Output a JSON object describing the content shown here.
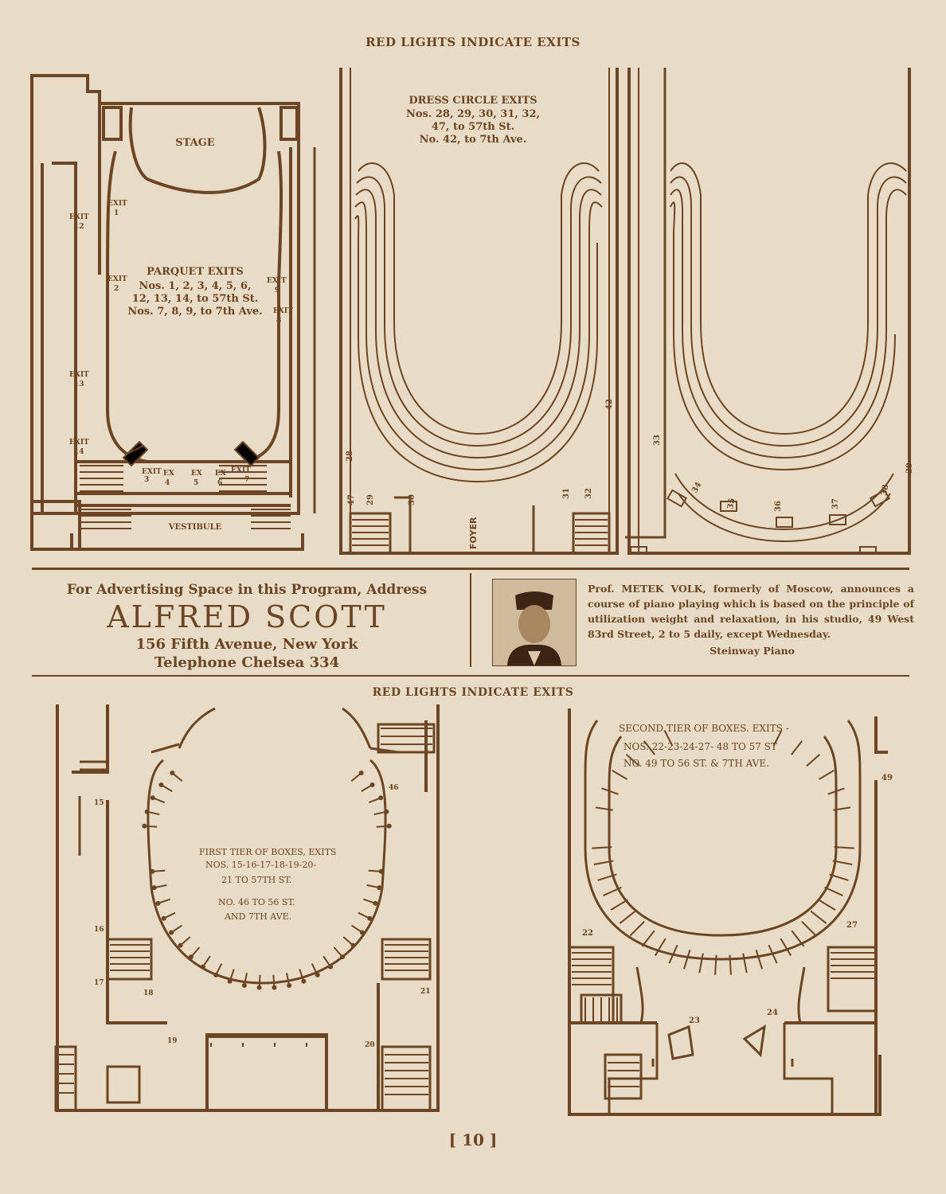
{
  "top_header": "RED LIGHTS INDICATE EXITS",
  "bottom_header": "RED LIGHTS INDICATE EXITS",
  "parquet_plan": {
    "stage_label": "STAGE",
    "title": "PARQUET EXITS",
    "line1": "Nos. 1, 2, 3, 4, 5, 6,",
    "line2": "12, 13, 14, to 57th St.",
    "line3": "Nos. 7, 8, 9, to 7th Ave.",
    "vestibule": "VESTIBULE",
    "exit_word": "EXIT",
    "ex_word": "EX",
    "exits": [
      "1",
      "2",
      "3",
      "4",
      "5",
      "6",
      "7",
      "8",
      "9",
      "12",
      "13",
      "14"
    ]
  },
  "dress_circle_plan": {
    "title": "DRESS CIRCLE EXITS",
    "line1": "Nos. 28, 29, 30, 31, 32,",
    "line2": "47, to 57th St.",
    "line3": "No. 42, to 7th Ave.",
    "foyer": "FOYER",
    "exits": [
      "28",
      "29",
      "30",
      "31",
      "32",
      "47",
      "42"
    ]
  },
  "balcony_plan": {
    "exits": [
      "33",
      "34",
      "35",
      "36",
      "37",
      "38",
      "39"
    ]
  },
  "ad_left": {
    "line1": "For Advertising Space in this Program, Address",
    "name": "ALFRED SCOTT",
    "address": "156 Fifth Avenue, New York",
    "phone": "Telephone Chelsea 334"
  },
  "ad_right": {
    "name": "Prof. METEK VOLK,",
    "text": " formerly of Moscow, announces a course of piano playing which is based on the principle of utilization weight and relaxation, in his studio, 49 West 83rd Street, 2 to 5 daily, except Wednesday.",
    "signature": "Steinway Piano"
  },
  "first_tier_plan": {
    "title": "FIRST TIER OF BOXES, EXITS",
    "line1": "NOS. 15-16-17-18-19-20-",
    "line2": "21 TO 57TH ST.",
    "line3": "NO. 46 TO 56 ST.",
    "line4": "AND 7TH AVE.",
    "exits": [
      "15",
      "16",
      "17",
      "18",
      "19",
      "20",
      "21",
      "46"
    ]
  },
  "second_tier_plan": {
    "title": "SECOND TIER OF BOXES. EXITS -",
    "line1": "NOS. 22-23-24-27- 48 TO 57 ST",
    "line2": "NO. 49 TO 56 ST. & 7TH AVE.",
    "exits": [
      "22",
      "23",
      "24",
      "27",
      "48",
      "49"
    ]
  },
  "page_number": "[ 10 ]",
  "colors": {
    "ink": "#6b4524",
    "paper": "#e9dcc6"
  }
}
